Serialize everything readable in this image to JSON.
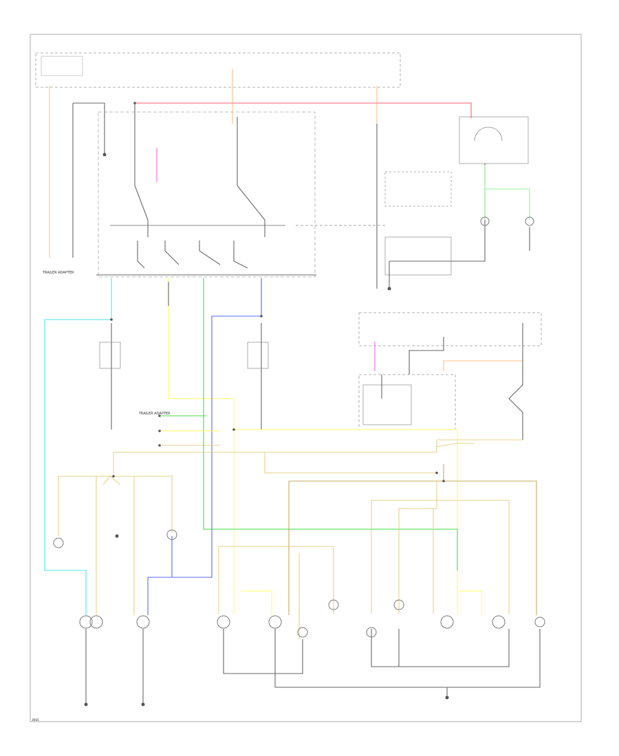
{
  "colors": {
    "red": "#ff5a78",
    "orange": "#ffc080",
    "pink": "#ff66e0",
    "yellow": "#ffff66",
    "tan": "#e6d08a",
    "dark_tan": "#c8a85a",
    "green": "#44dd44",
    "blue": "#5566ff",
    "cyan": "#44e6ee",
    "light_green": "#99ee99",
    "black": "#666666"
  },
  "labels": {
    "trailer_adapter": "TRAILER ADAPTER",
    "trailer_adapter_2": "TRAILER ADAPTER",
    "footer": "3NS6"
  }
}
